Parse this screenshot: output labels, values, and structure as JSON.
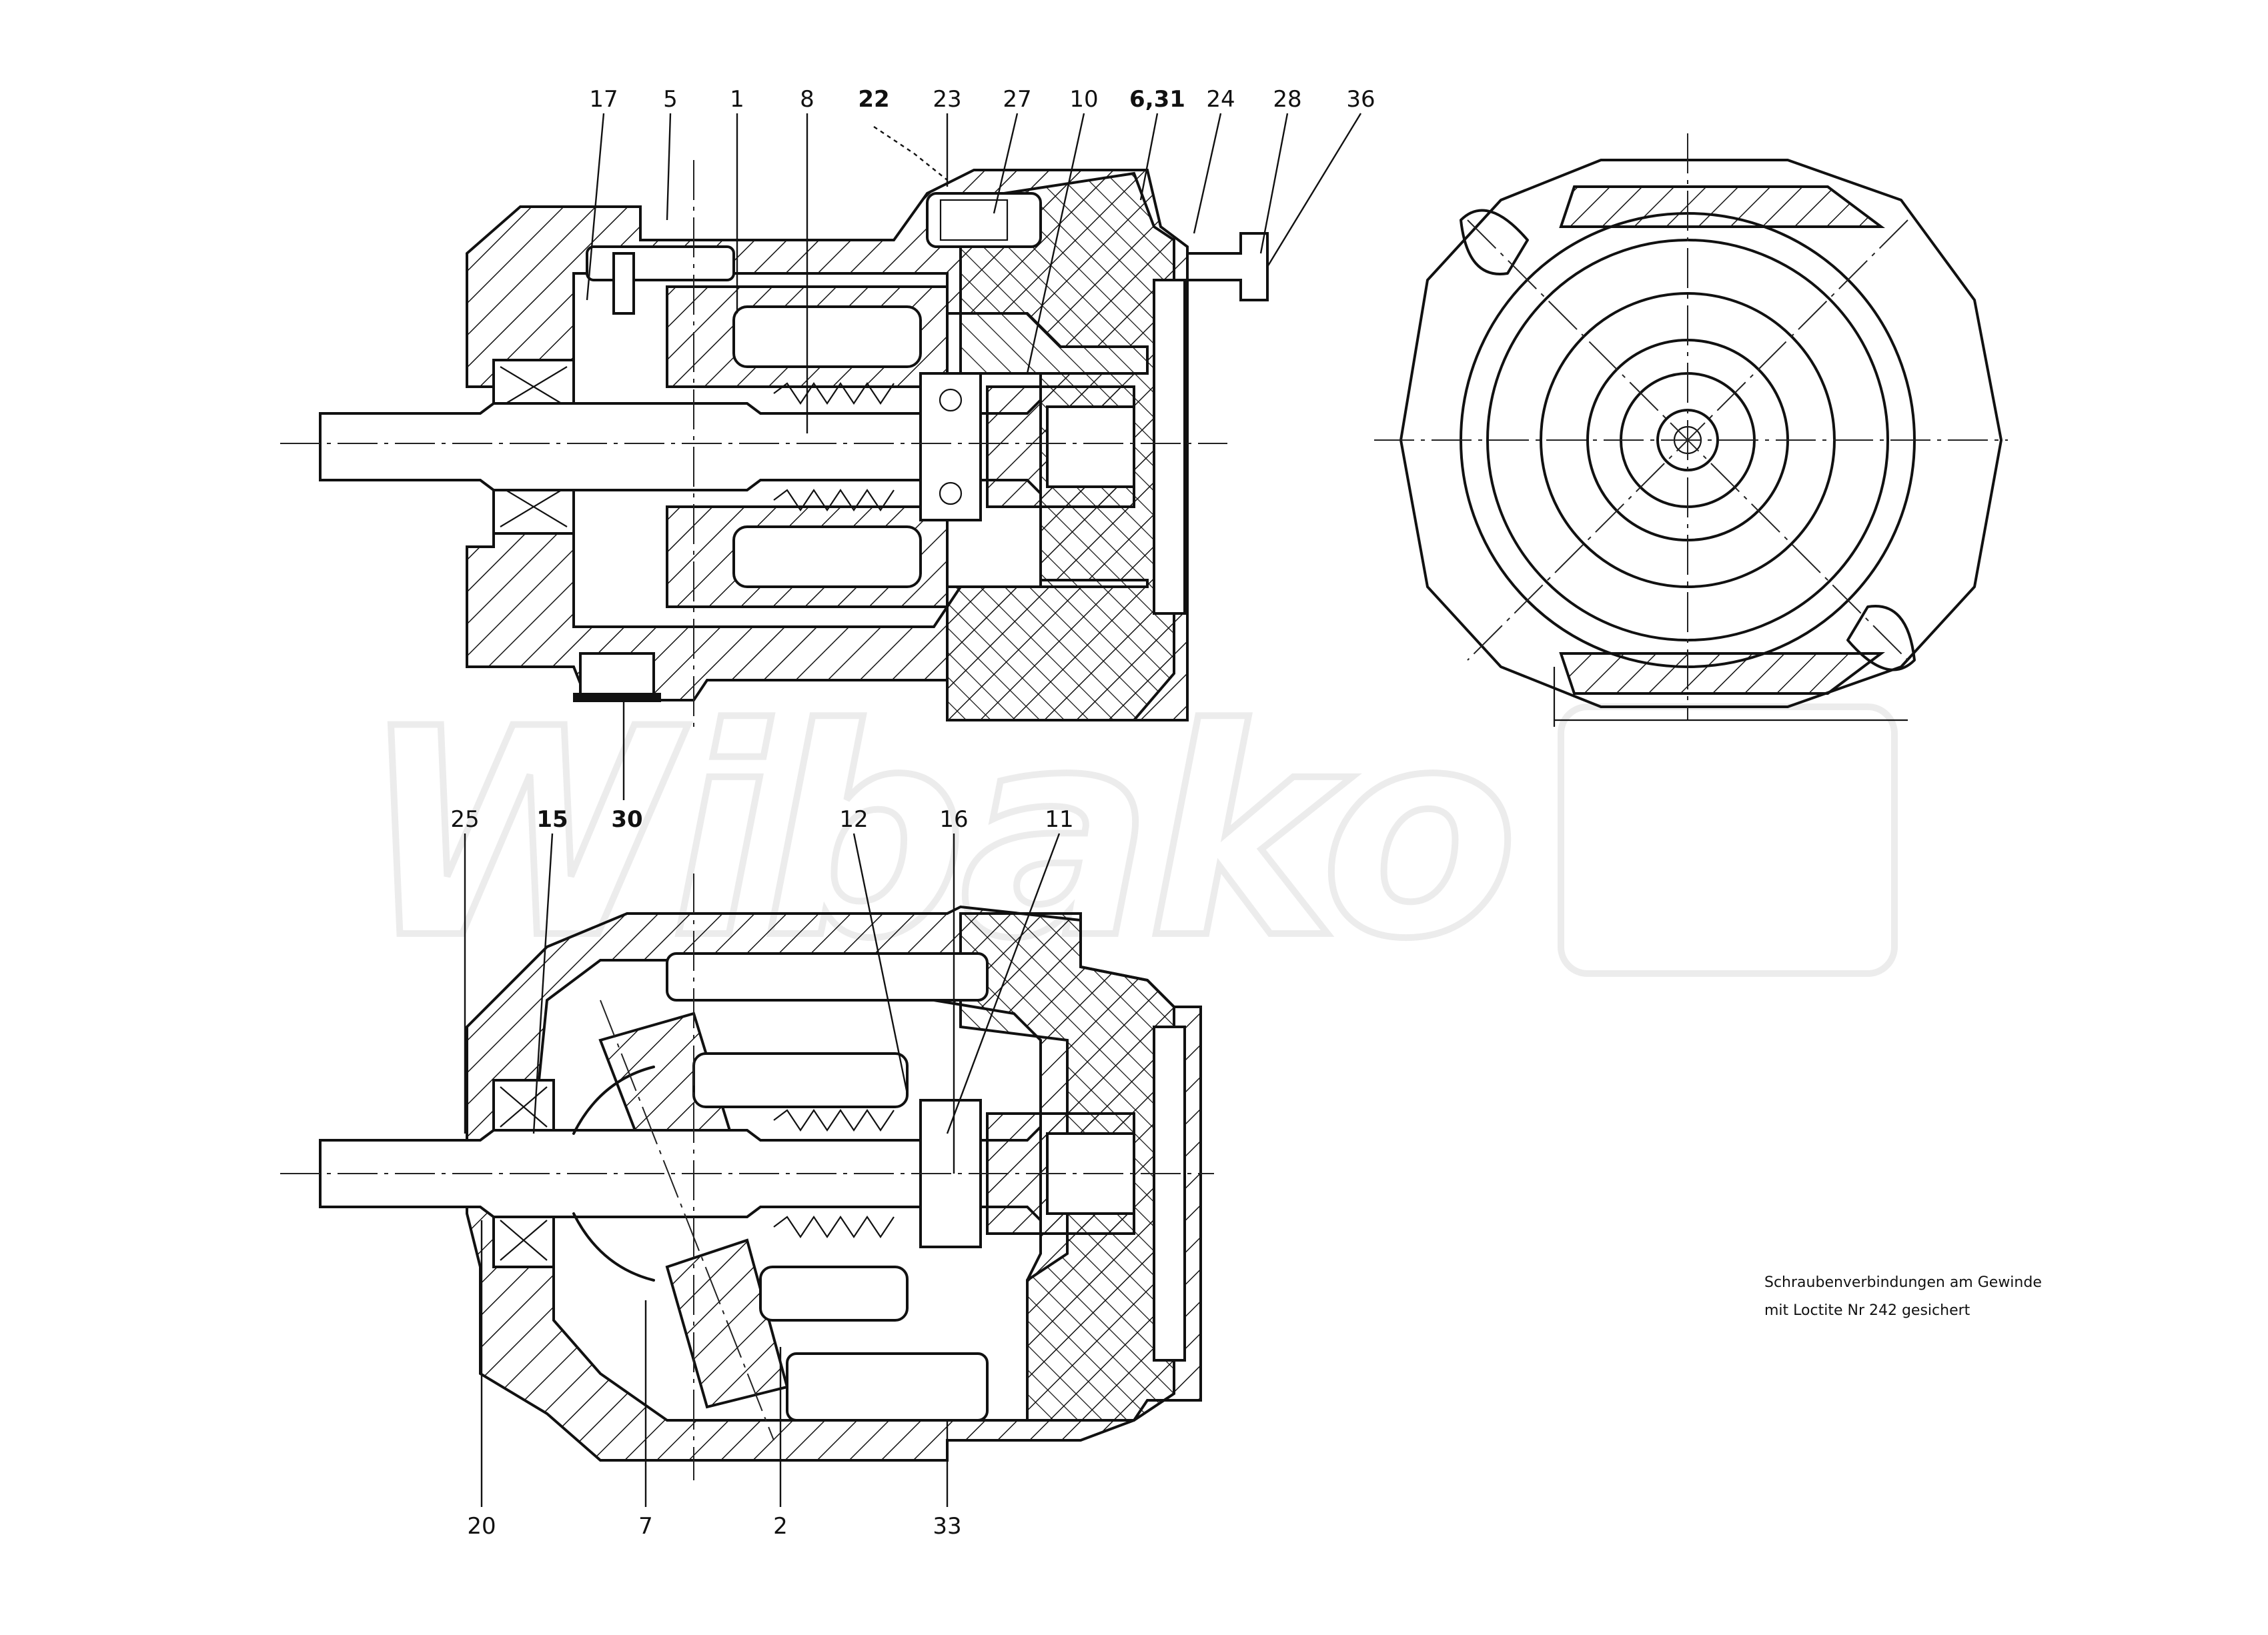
{
  "watermark": "Wibako",
  "callouts": {
    "top": [
      "17",
      "5",
      "1",
      "8",
      "22",
      "23",
      "27",
      "10",
      "6,31",
      "24",
      "28",
      "36",
      "30"
    ],
    "bottom": [
      "25",
      "15",
      "12",
      "16",
      "11",
      "20",
      "7",
      "2",
      "33"
    ]
  },
  "note": {
    "line1": "Schraubenverbindungen am Gewinde",
    "line2": "mit Loctite Nr 242 gesichert"
  }
}
